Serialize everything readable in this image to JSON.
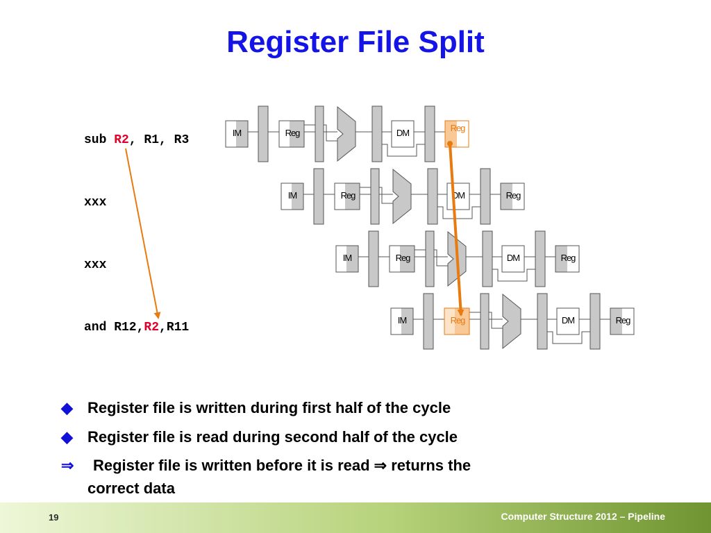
{
  "slide": {
    "title": "Register File Split",
    "footer_text": "Computer Structure 2012 – Pipeline",
    "page_number": "19"
  },
  "code": [
    {
      "parts": [
        {
          "text": "sub "
        },
        {
          "text": "R2",
          "hl": true
        },
        {
          "text": ", R1, R3"
        }
      ]
    },
    {
      "parts": [
        {
          "text": "xxx"
        }
      ]
    },
    {
      "parts": [
        {
          "text": "xxx"
        }
      ]
    },
    {
      "parts": [
        {
          "text": "and R12,"
        },
        {
          "text": "R2",
          "hl": true
        },
        {
          "text": ",R11"
        }
      ]
    }
  ],
  "stage_labels": {
    "im": "IM",
    "reg": "Reg",
    "dm": "DM"
  },
  "bullets": [
    {
      "mark": "◆",
      "text": "Register file is written during first half of the cycle"
    },
    {
      "mark": "◆",
      "text": "Register file is read during second half of the cycle"
    },
    {
      "mark": "⇒",
      "text": "Register file is written before it is read ⇒ returns the",
      "text2": "correct data"
    }
  ],
  "colors": {
    "title": "#1414e6",
    "highlight": "#e0002a",
    "arrow": "#e87a10",
    "bullet_mark": "#1010d8",
    "latch": "#c8c8c8"
  }
}
